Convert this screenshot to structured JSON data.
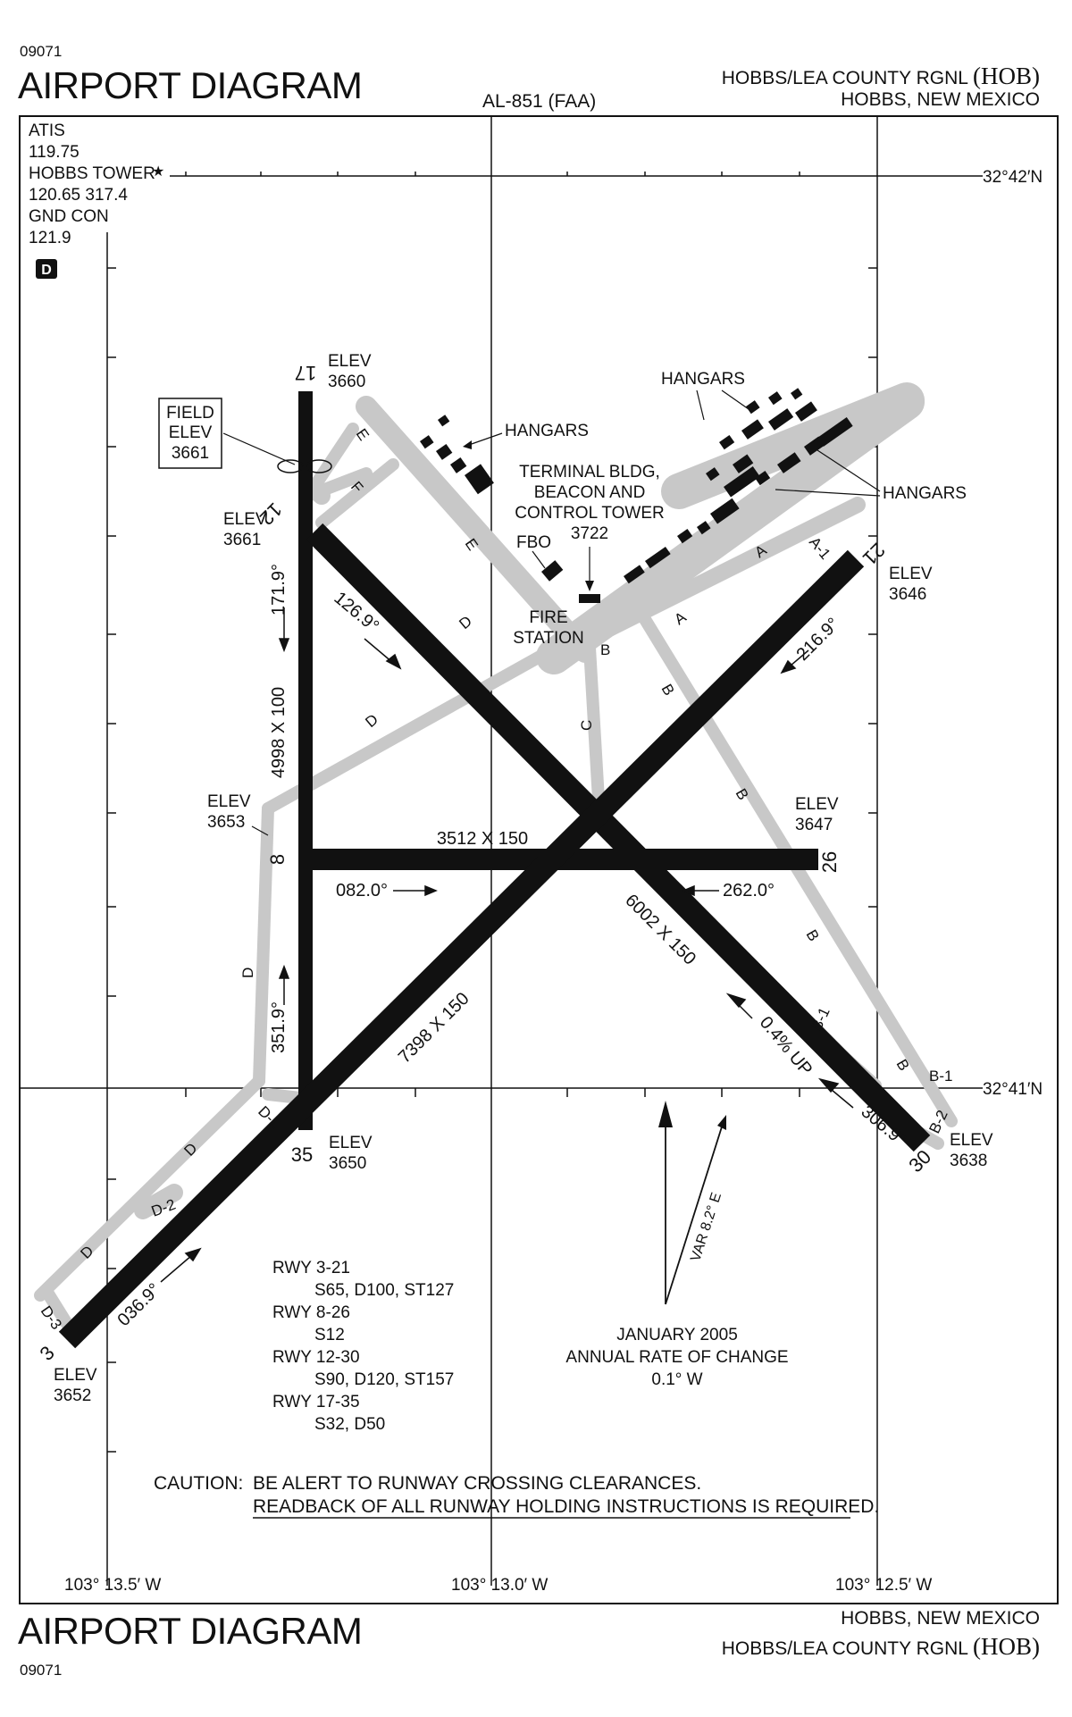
{
  "chart": {
    "number": "09071",
    "title": "AIRPORT DIAGRAM",
    "designator": "AL-851 (FAA)",
    "airport_name": "HOBBS/LEA COUNTY RGNL",
    "airport_id": "(HOB)",
    "location": "HOBBS, NEW MEXICO"
  },
  "comms": {
    "atis_label": "ATIS",
    "atis_freq": "119.75",
    "tower_label": "HOBBS TOWER",
    "tower_freq": "120.65  317.4",
    "ground_label": "GND CON",
    "ground_freq": "121.9",
    "airspace_class": "D"
  },
  "coordinates": {
    "lat_north": "32°42′N",
    "lat_south": "32°41′N",
    "lon_west": "103° 13.5′ W",
    "lon_center": "103° 13.0′ W",
    "lon_east": "103° 12.5′ W"
  },
  "field": {
    "label_1": "FIELD",
    "label_2": "ELEV",
    "elevation": "3661"
  },
  "runways": [
    {
      "id": "17-35",
      "dimensions": "4998 X 100",
      "ends": [
        "17",
        "35"
      ],
      "headings": [
        "171.9°",
        "351.9°"
      ],
      "elevations": [
        "3660",
        "3650"
      ]
    },
    {
      "id": "12-30",
      "dimensions": "6002 X 150",
      "ends": [
        "12",
        "30"
      ],
      "headings": [
        "126.9°",
        "306.9°"
      ],
      "elevations": [
        "3661",
        "3638"
      ]
    },
    {
      "id": "8-26",
      "dimensions": "3512 X 150",
      "ends": [
        "8",
        "26"
      ],
      "headings": [
        "082.0°",
        "262.0°"
      ],
      "elevations": [
        "3653",
        "3647"
      ]
    },
    {
      "id": "3-21",
      "dimensions": "7398 X 150",
      "ends": [
        "3",
        "21"
      ],
      "headings": [
        "036.9°",
        "216.9°"
      ],
      "elevations": [
        "3652",
        "3646"
      ]
    }
  ],
  "elev_label": "ELEV",
  "gradient": "0.4% UP",
  "taxiways": [
    "A",
    "A",
    "A-1",
    "B",
    "B",
    "B",
    "B",
    "B",
    "B-1",
    "B-2",
    "C",
    "D",
    "D",
    "D",
    "D",
    "D",
    "D-1",
    "D-2",
    "D-3",
    "E",
    "E",
    "F"
  ],
  "facilities": {
    "hangars": "HANGARS",
    "terminal_1": "TERMINAL BLDG,",
    "terminal_2": "BEACON AND",
    "terminal_3": "CONTROL TOWER",
    "terminal_elev": "3722",
    "fbo": "FBO",
    "fire_1": "FIRE",
    "fire_2": "STATION"
  },
  "weight_bearing": [
    {
      "runway": "RWY 3-21",
      "values": "S65, D100, ST127"
    },
    {
      "runway": "RWY 8-26",
      "values": "S12"
    },
    {
      "runway": "RWY 12-30",
      "values": "S90, D120, ST157"
    },
    {
      "runway": "RWY 17-35",
      "values": "S32, D50"
    }
  ],
  "magnetic": {
    "variation": "VAR 8.2° E",
    "date": "JANUARY 2005",
    "rate_label": "ANNUAL RATE OF CHANGE",
    "rate": "0.1° W"
  },
  "caution": {
    "label": "CAUTION:",
    "line_1": "BE ALERT TO RUNWAY CROSSING CLEARANCES.",
    "line_2": "READBACK OF ALL RUNWAY HOLDING INSTRUCTIONS IS REQUIRED."
  }
}
